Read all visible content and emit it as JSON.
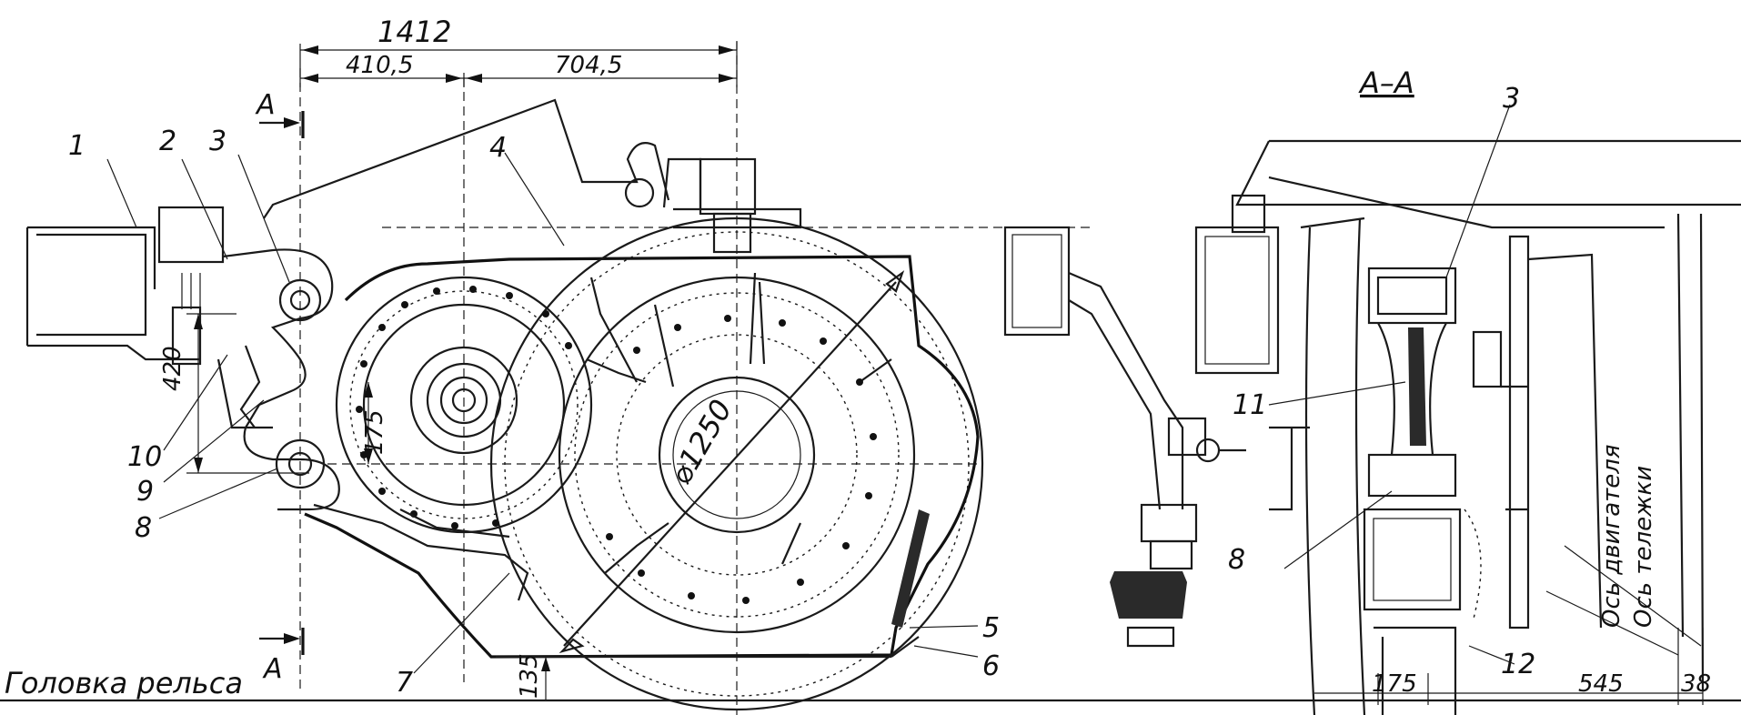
{
  "dimensions": {
    "overall_length": "1412",
    "left_offset": "410,5",
    "right_offset": "704,5",
    "height_420": "420",
    "height_175": "175",
    "diameter": "⌀1250",
    "rail_clearance": "135",
    "section_width": "175",
    "axle_offset": "545",
    "axle_gap": "38"
  },
  "section_marks": {
    "top": "A",
    "bottom": "A",
    "view_title": "A–A"
  },
  "labels": {
    "l1": "1",
    "l2": "2",
    "l3": "3",
    "l4": "4",
    "l5": "5",
    "l6": "6",
    "l7": "7",
    "l8": "8",
    "l9": "9",
    "l10": "10",
    "r3": "3",
    "r8": "8",
    "r11": "11",
    "r12": "12"
  },
  "captions": {
    "rail_head": "Головка рельса",
    "motor_axis": "Ось двигателя",
    "bogie_axis": "Ось тележки"
  }
}
